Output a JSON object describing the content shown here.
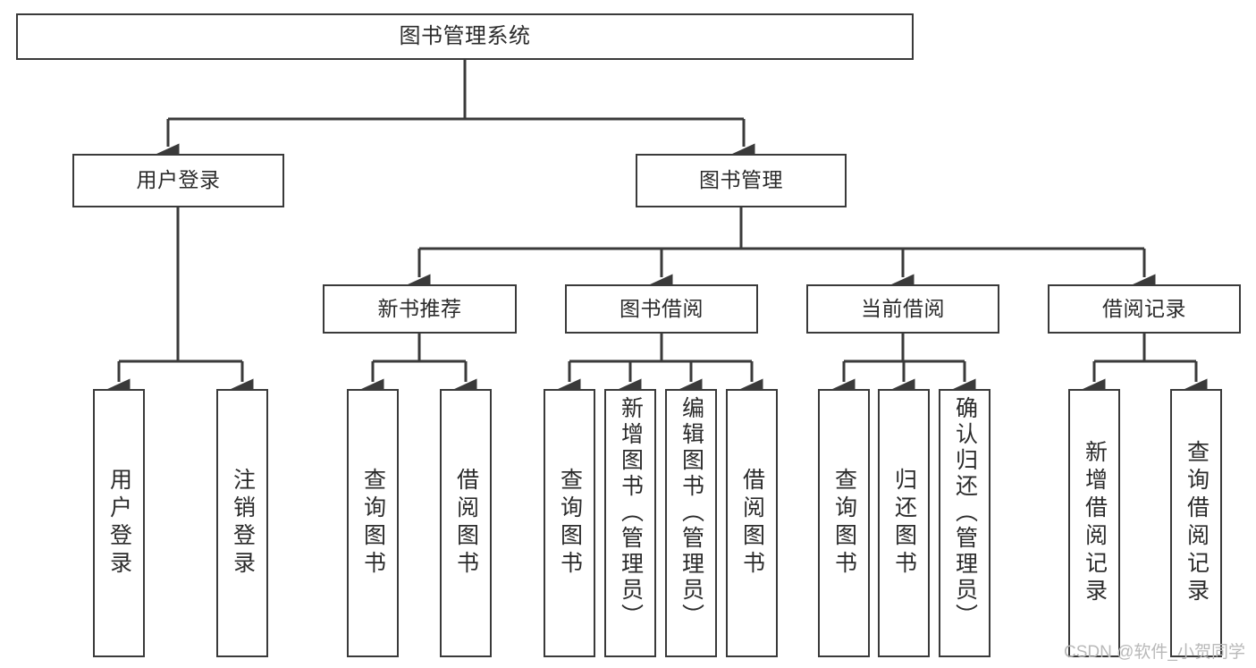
{
  "diagram": {
    "title": "图书管理系统",
    "type": "tree",
    "colors": {
      "background": "#ffffff",
      "node_border": "#3a3a3a",
      "node_fill": "#ffffff",
      "text": "#2b2b2b",
      "edge": "#3a3a3a",
      "watermark": "#b9b9b9"
    },
    "nodes": {
      "root": {
        "label": "图书管理系统",
        "level": 1
      },
      "user_login": {
        "label": "用户登录",
        "level": 2
      },
      "book_manage": {
        "label": "图书管理",
        "level": 2
      },
      "new_book_rec": {
        "label": "新书推荐",
        "level": 3
      },
      "book_borrow": {
        "label": "图书借阅",
        "level": 3
      },
      "current_borrow": {
        "label": "当前借阅",
        "level": 3
      },
      "borrow_record": {
        "label": "借阅记录",
        "level": 3
      },
      "leaf_user_login": {
        "label": "用户登录",
        "level": 3
      },
      "leaf_logout": {
        "label": "注销登录",
        "level": 3
      },
      "leaf_query_book_1": {
        "label": "查询图书",
        "level": 4
      },
      "leaf_borrow_book_1": {
        "label": "借阅图书",
        "level": 4
      },
      "leaf_query_book_2": {
        "label": "查询图书",
        "level": 4
      },
      "leaf_add_book": {
        "label": "新增图书（管理员）",
        "level": 4
      },
      "leaf_edit_book": {
        "label": "编辑图书（管理员）",
        "level": 4
      },
      "leaf_borrow_book_2": {
        "label": "借阅图书",
        "level": 4
      },
      "leaf_query_book_3": {
        "label": "查询图书",
        "level": 4
      },
      "leaf_return_book": {
        "label": "归还图书",
        "level": 4
      },
      "leaf_confirm_return": {
        "label": "确认归还（管理员）",
        "level": 4
      },
      "leaf_add_record": {
        "label": "新增借阅记录",
        "level": 4
      },
      "leaf_query_record": {
        "label": "查询借阅记录",
        "level": 4
      }
    },
    "watermark": "CSDN @软件_小贺同学"
  }
}
